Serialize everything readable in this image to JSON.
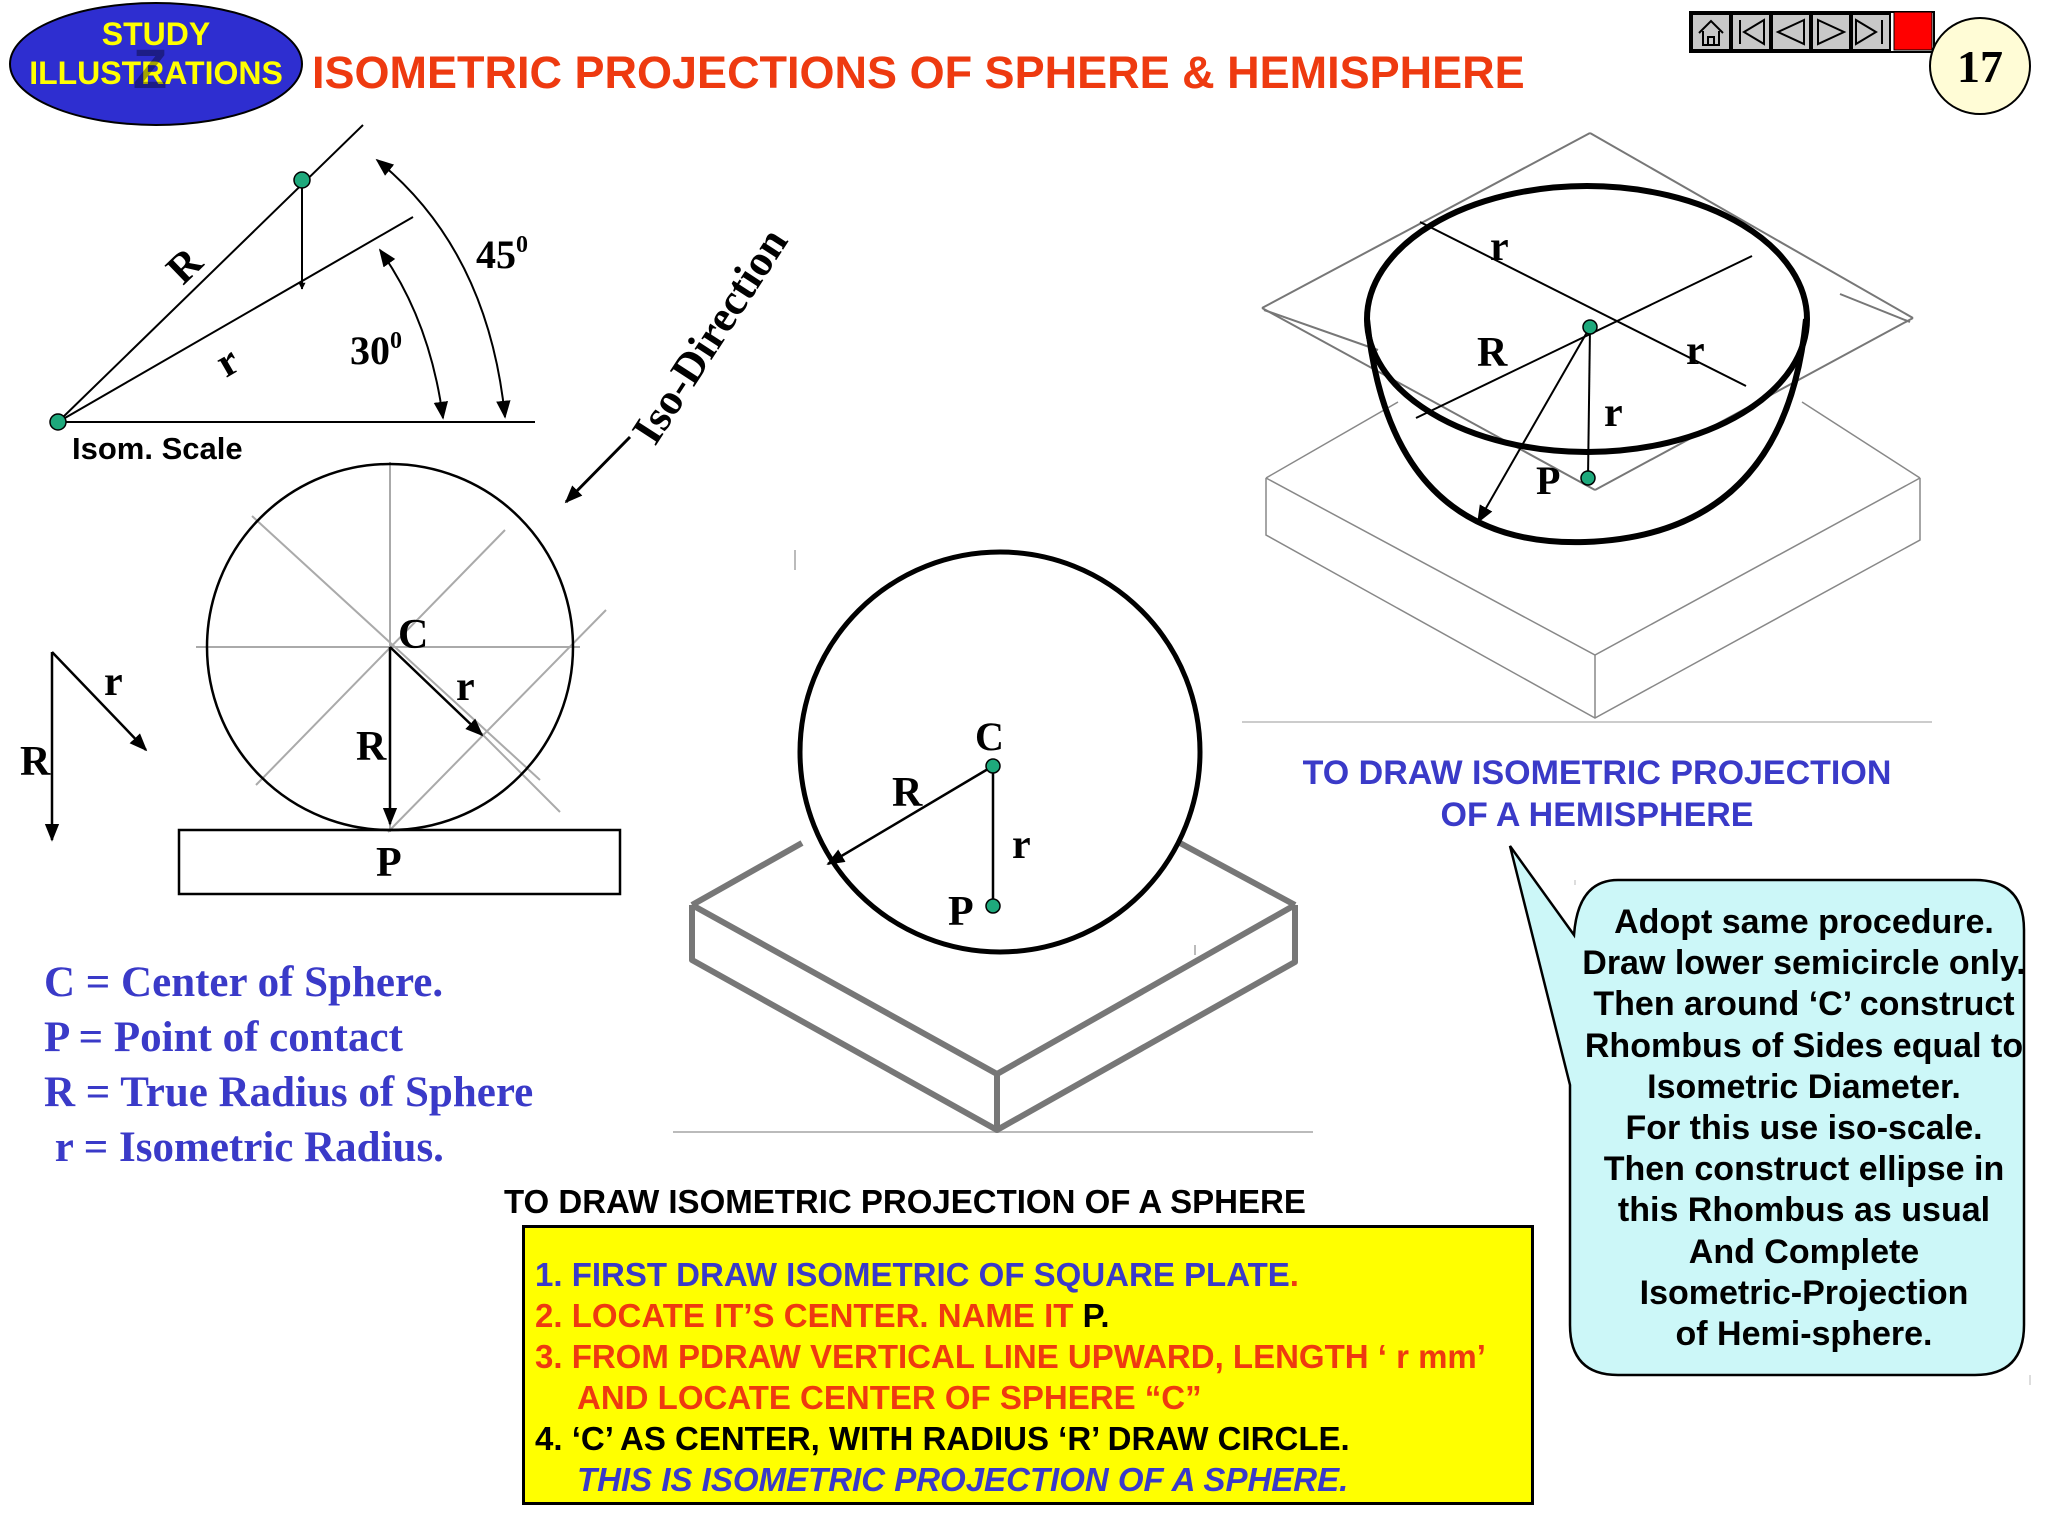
{
  "badge": {
    "line1": "STUDY",
    "line2": "ILLUSTRATIONS",
    "letter": "Z"
  },
  "title": "ISOMETRIC PROJECTIONS OF SPHERE & HEMISPHERE",
  "page_number": "17",
  "nav": {
    "icons": [
      "home-icon",
      "first-page-icon",
      "previous-icon",
      "next-icon",
      "last-page-icon",
      "exit-icon"
    ],
    "exit_color": "#ff0000"
  },
  "colors": {
    "title": "#ee3a10",
    "legend": "#3a3ac8",
    "heading_blue": "#3a3ac8",
    "badge": "#2e2ed0",
    "badge_text": "#ffff00",
    "steps_bg": "#ffff00",
    "callout_bg": "#ccf7f8",
    "point": "#1ea97c"
  },
  "scale_diagram": {
    "label_R": "R",
    "label_r": "r",
    "angle_30_base": "30",
    "angle_30_sup": "0",
    "angle_45_base": "45",
    "angle_45_sup": "0",
    "caption": "Isom. Scale"
  },
  "iso_direction": "Iso-Direction",
  "circle_diagram": {
    "label_C": "C",
    "label_r_radius": "r",
    "label_R_radius": "R",
    "label_P": "P",
    "side_R": "R",
    "side_r": "r"
  },
  "legend": [
    "C = Center of Sphere.",
    "P = Point of contact",
    "R = True Radius of Sphere",
    " r = Isometric Radius."
  ],
  "sphere_diagram": {
    "label_C": "C",
    "label_R": "R",
    "label_r": "r",
    "label_P": "P"
  },
  "hemisphere_diagram": {
    "label_r_top": "r",
    "label_R": "R",
    "label_r_right": "r",
    "label_r_mid": "r",
    "label_P": "P"
  },
  "sphere_heading": "TO DRAW ISOMETRIC PROJECTION OF A SPHERE",
  "steps": {
    "s1": "1. FIRST DRAW ISOMETRIC OF SQUARE PLATE",
    "s1_dot": ".",
    "s2a": "2. LOCATE IT’S CENTER. NAME IT ",
    "s2b": "P.",
    "s3a": "3. FROM PDRAW VERTICAL LINE UPWARD, LENGTH ‘ r mm’",
    "s3b": "AND LOCATE CENTER OF SPHERE “C”",
    "s4a": "4. ‘C’ AS CENTER, WITH RADIUS ‘R’ DRAW CIRCLE.",
    "s4b": "THIS IS ISOMETRIC PROJECTION OF A SPHERE."
  },
  "hemisphere_heading": {
    "line1": "TO DRAW ISOMETRIC PROJECTION",
    "line2": "OF A HEMISPHERE"
  },
  "callout": [
    "Adopt same procedure.",
    "Draw lower semicircle only.",
    "Then around ‘C’ construct",
    "Rhombus of Sides equal to",
    "Isometric Diameter.",
    "For this use iso-scale.",
    "Then construct ellipse in",
    "this Rhombus as usual",
    "And Complete",
    "Isometric-Projection",
    "of Hemi-sphere."
  ]
}
